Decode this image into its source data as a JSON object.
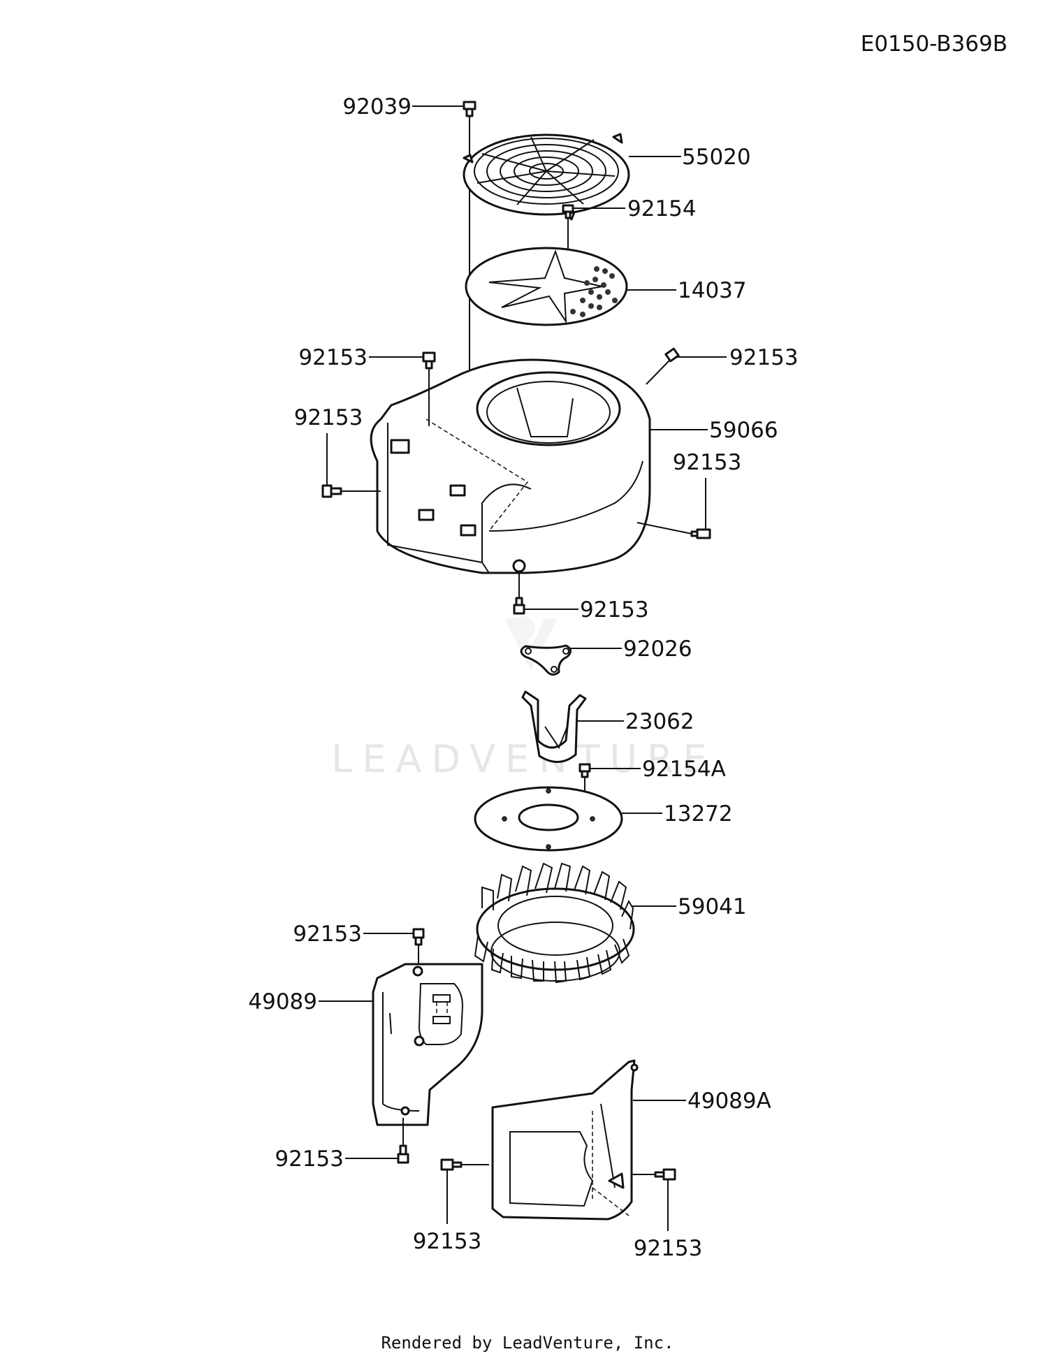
{
  "header": {
    "diagram_code": "E0150-B369B"
  },
  "watermark": {
    "text": "LEADVENTURE"
  },
  "callouts": {
    "c92039": "92039",
    "c55020": "55020",
    "c92154": "92154",
    "c14037": "14037",
    "c92153_a": "92153",
    "c92153_b": "92153",
    "c92153_c": "92153",
    "c59066": "59066",
    "c92153_d": "92153",
    "c92153_e": "92153",
    "c92026": "92026",
    "c23062": "23062",
    "c92154A": "92154A",
    "c13272": "13272",
    "c59041": "59041",
    "c92153_f": "92153",
    "c49089": "49089",
    "c49089A": "49089A",
    "c92153_g": "92153",
    "c92153_h": "92153",
    "c92153_i": "92153"
  },
  "footer": {
    "text": "Rendered by LeadVenture, Inc."
  }
}
